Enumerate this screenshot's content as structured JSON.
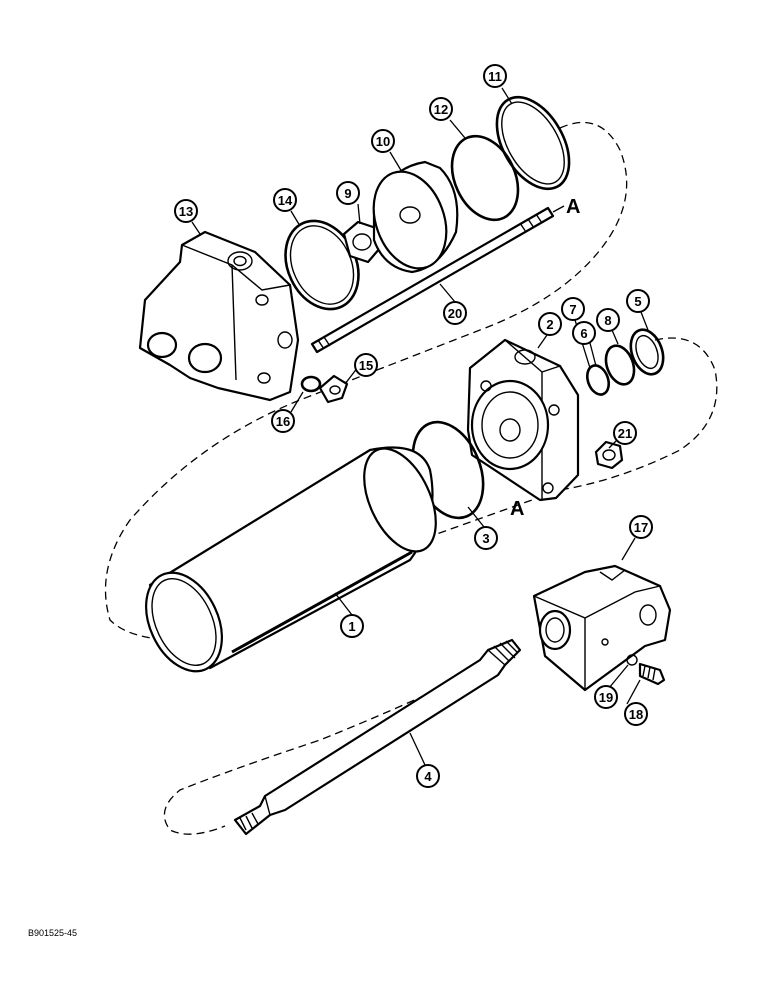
{
  "callouts": [
    "1",
    "2",
    "3",
    "4",
    "5",
    "6",
    "7",
    "8",
    "9",
    "10",
    "11",
    "12",
    "13",
    "14",
    "15",
    "16",
    "17",
    "18",
    "19",
    "20",
    "21"
  ],
  "reference_marks": {
    "top": "A",
    "bottom": "A"
  },
  "figure_code": "B901525-45",
  "colors": {
    "ink": "#000000",
    "paper": "#ffffff"
  }
}
